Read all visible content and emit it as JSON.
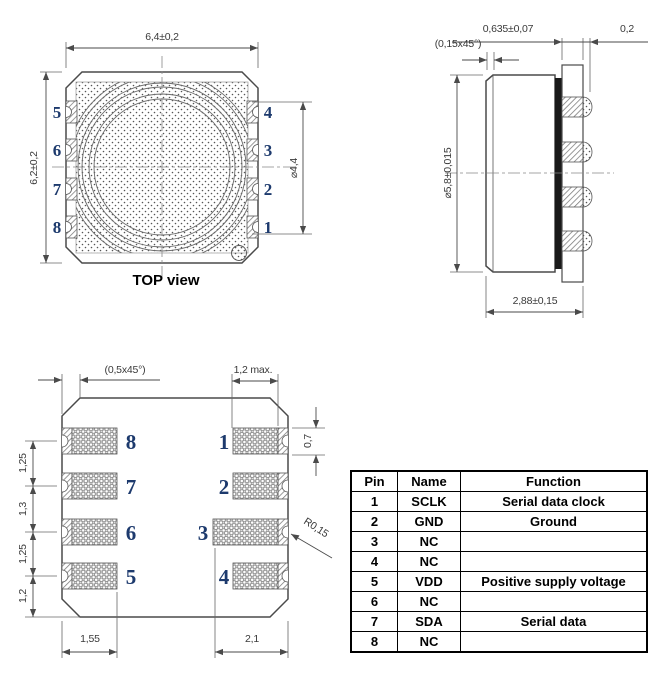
{
  "drawing": {
    "top_view": {
      "title": "TOP view",
      "dim_width": "6,4±0,2",
      "dim_height": "6,2±0,2",
      "dim_membrane": "⌀4,4",
      "pins_left": [
        "5",
        "6",
        "7",
        "8"
      ],
      "pins_right": [
        "4",
        "3",
        "2",
        "1"
      ]
    },
    "side_view": {
      "dim_substrate": "0,635±0,07",
      "dim_pad_protrusion": "0,2",
      "dim_chamfer": "(0,15x45°)",
      "dim_diameter": "⌀5,8±0,015",
      "dim_height": "2,88±0,15"
    },
    "bottom_view": {
      "dim_chamfer": "(0,5x45°)",
      "dim_pad_width": "1,2 max.",
      "dim_pad_height": "0,7",
      "dim_pitch": [
        "1,25",
        "1,3",
        "1,25",
        "1,2"
      ],
      "dim_pads_left_len": "1,55",
      "dim_pads_right_len": "2,1",
      "dim_notch_radius": "R0,15",
      "pins_left": [
        "8",
        "7",
        "6",
        "5"
      ],
      "pins_right": [
        "1",
        "2",
        "3",
        "4"
      ]
    }
  },
  "pin_table": {
    "headers": [
      "Pin",
      "Name",
      "Function"
    ],
    "rows": [
      [
        "1",
        "SCLK",
        "Serial data clock"
      ],
      [
        "2",
        "GND",
        "Ground"
      ],
      [
        "3",
        "NC",
        ""
      ],
      [
        "4",
        "NC",
        ""
      ],
      [
        "5",
        "VDD",
        "Positive supply voltage"
      ],
      [
        "6",
        "NC",
        ""
      ],
      [
        "7",
        "SDA",
        "Serial data"
      ],
      [
        "8",
        "NC",
        ""
      ]
    ]
  },
  "colors": {
    "line": "#4a4a4a",
    "pin_number": "#1d3a6d",
    "dim_text": "#3a3a3a",
    "table_border": "#000000"
  }
}
